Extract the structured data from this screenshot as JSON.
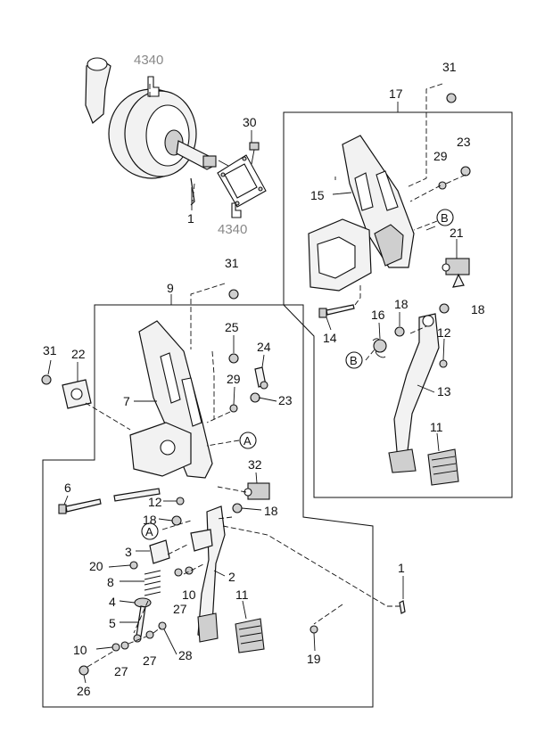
{
  "callouts": {
    "ref_4340_top": "4340",
    "ref_4340_mid": "4340",
    "p30": "30",
    "p1_top": "1",
    "p31_top": "31",
    "p17": "17",
    "p23_right": "23",
    "p29_right": "29",
    "p15": "15",
    "circ_b_top": "B",
    "p21": "21",
    "p31_mid": "31",
    "p9": "9",
    "p14": "14",
    "p16": "16",
    "p18_right_a": "18",
    "p18_right_b": "18",
    "p12_right": "12",
    "circ_b_mid": "B",
    "p13": "13",
    "p11_right": "11",
    "p25": "25",
    "p24": "24",
    "p31_left": "31",
    "p22": "22",
    "p29_left": "29",
    "p23_left": "23",
    "p7": "7",
    "circ_a_mid": "A",
    "p32": "32",
    "p6": "6",
    "p12_left": "12",
    "p18_left": "18",
    "p18_mid": "18",
    "circ_a_low": "A",
    "p3": "3",
    "p20": "20",
    "p2": "2",
    "p10_mid": "10",
    "p8": "8",
    "p4": "4",
    "p27_mid": "27",
    "p11_left": "11",
    "p1_low": "1",
    "p5": "5",
    "p10_low": "10",
    "p27_low": "27",
    "p27_low2": "27",
    "p28": "28",
    "p19": "19",
    "p26": "26"
  }
}
